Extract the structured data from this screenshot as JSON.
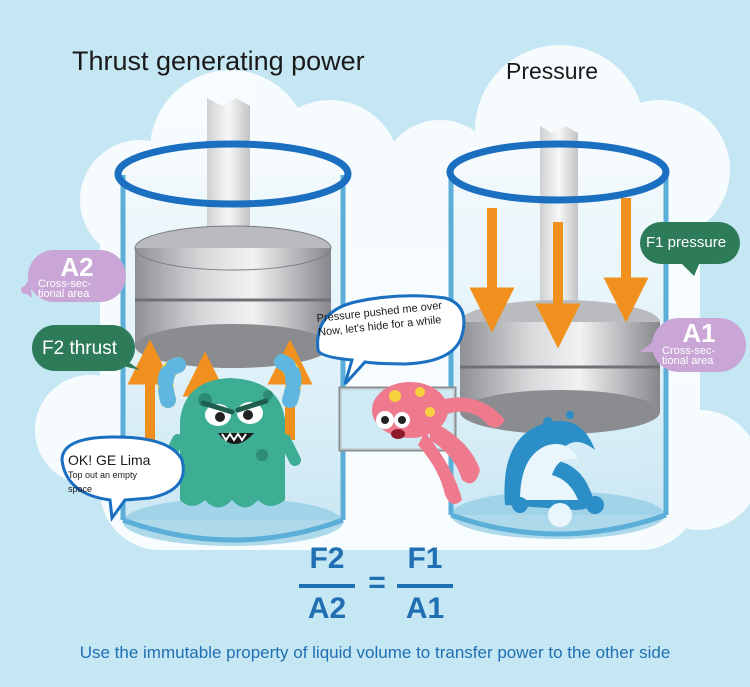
{
  "left_title": "Thrust generating power",
  "right_title": "Pressure",
  "left_label": {
    "big": "A2",
    "line1": "Cross-sec-",
    "line2": "tional area"
  },
  "right_label": {
    "big": "A1",
    "line1": "Cross-sec-",
    "line2": "tional area"
  },
  "thrust_label": "F2 thrust",
  "pressure_label": "F1 pressure",
  "speech_pressure": {
    "line1": "Pressure pushed me over",
    "line2": "Now, let's hide for a while"
  },
  "speech_ok": {
    "line1": "OK! GE Lima",
    "line2": "Top out an empty",
    "line3": "space"
  },
  "formula": {
    "left_num": "F2",
    "left_den": "A2",
    "equals": "=",
    "right_num": "F1",
    "right_den": "A1"
  },
  "footer": "Use the immutable property of liquid volume to transfer power to the other side",
  "colors": {
    "background": "#c5e6f3",
    "cylinder_rim": "#1a6fc0",
    "arrow": "#f0901e",
    "thrust_bubble": "#2e7b5a",
    "area_bubble": "#c9a6d6",
    "formula": "#1f6fb2",
    "monster_green": "#3dae94",
    "octopus_pink": "#ef7a8e"
  }
}
